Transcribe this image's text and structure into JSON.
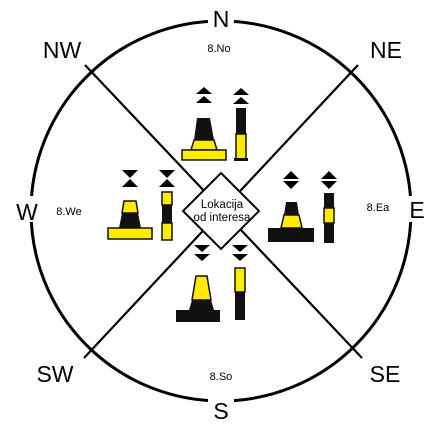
{
  "compass": {
    "north": "N",
    "south": "S",
    "east": "E",
    "west": "W",
    "northeast": "NE",
    "northwest": "NW",
    "southeast": "SE",
    "southwest": "SW"
  },
  "quadrants": {
    "north": "8.No",
    "south": "8.So",
    "east": "8.Ea",
    "west": "8.We"
  },
  "center": {
    "line1": "Lokacija",
    "line2": "od interesa"
  },
  "colors": {
    "line": "#000000",
    "yellow": "#FFEB00",
    "black": "#1A1A1A",
    "background": "#FFFFFF"
  },
  "icons": {
    "north": "cone-up-cone-up-topmark",
    "east": "cone-up-cone-down-topmark",
    "south": "cone-down-cone-down-topmark",
    "west": "cone-down-cone-up-topmark"
  }
}
